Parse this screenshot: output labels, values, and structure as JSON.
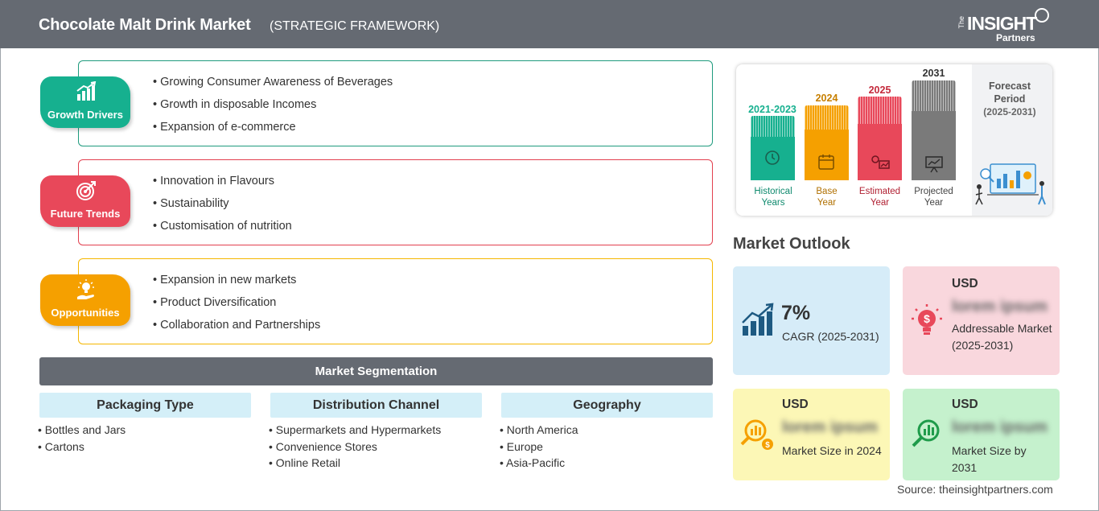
{
  "header": {
    "title": "Chocolate Malt Drink Market",
    "subtitle": "(STRATEGIC FRAMEWORK)",
    "logo": {
      "the": "The",
      "insight": "INSIGHT",
      "partners": "Partners"
    }
  },
  "framework": {
    "growth_drivers": {
      "label": "Growth Drivers",
      "icon": "bar-chart-growth-icon",
      "color": "#16b08f",
      "items": [
        "Growing Consumer Awareness of Beverages",
        "Growth in disposable Incomes",
        "Expansion of e-commerce"
      ]
    },
    "future_trends": {
      "label": "Future Trends",
      "icon": "target-icon",
      "color": "#e8485a",
      "items": [
        "Innovation in Flavours",
        "Sustainability",
        "Customisation of nutrition"
      ]
    },
    "opportunities": {
      "label": "Opportunities",
      "icon": "lightbulb-hand-icon",
      "color": "#f5a000",
      "items": [
        "Expansion in new markets",
        "Product Diversification",
        "Collaboration and Partnerships"
      ]
    }
  },
  "segmentation": {
    "title": "Market Segmentation",
    "columns": [
      {
        "heading": "Packaging Type",
        "items": [
          "Bottles and Jars",
          "Cartons"
        ]
      },
      {
        "heading": "Distribution Channel",
        "items": [
          "Supermarkets and Hypermarkets",
          "Convenience Stores",
          "Online Retail"
        ]
      },
      {
        "heading": "Geography",
        "items": [
          "North America",
          "Europe",
          "Asia-Pacific"
        ]
      }
    ]
  },
  "timeline": {
    "stages": [
      {
        "year": "2021-2023",
        "caption1": "Historical",
        "caption2": "Years",
        "color": "#16b08f",
        "icon": "clock-history-icon"
      },
      {
        "year": "2024",
        "caption1": "Base",
        "caption2": "Year",
        "color": "#f5a000",
        "icon": "calendar-icon"
      },
      {
        "year": "2025",
        "caption1": "Estimated",
        "caption2": "Year",
        "color": "#e8485a",
        "icon": "gear-chart-icon"
      },
      {
        "year": "2031",
        "caption1": "Projected",
        "caption2": "Year",
        "color": "#7a7a7a",
        "icon": "presentation-chart-icon"
      }
    ],
    "forecast_label": "Forecast Period",
    "forecast_range": "(2025-2031)"
  },
  "market_outlook": {
    "title": "Market Outlook",
    "cagr": {
      "value": "7%",
      "label": "CAGR (2025-2031)",
      "icon": "growth-bars-icon"
    },
    "addressable": {
      "currency": "USD",
      "value": "lorem ipsum",
      "label": "Addressable Market (2025-2031)",
      "icon": "dollar-bulb-icon"
    },
    "size_2024": {
      "currency": "USD",
      "value": "lorem ipsum",
      "label": "Market Size in 2024",
      "icon": "magnifier-dollar-icon"
    },
    "size_2031": {
      "currency": "USD",
      "value": "lorem ipsum",
      "label": "Market Size by 2031",
      "icon": "magnifier-chart-icon"
    }
  },
  "source": "Source: theinsightpartners.com"
}
